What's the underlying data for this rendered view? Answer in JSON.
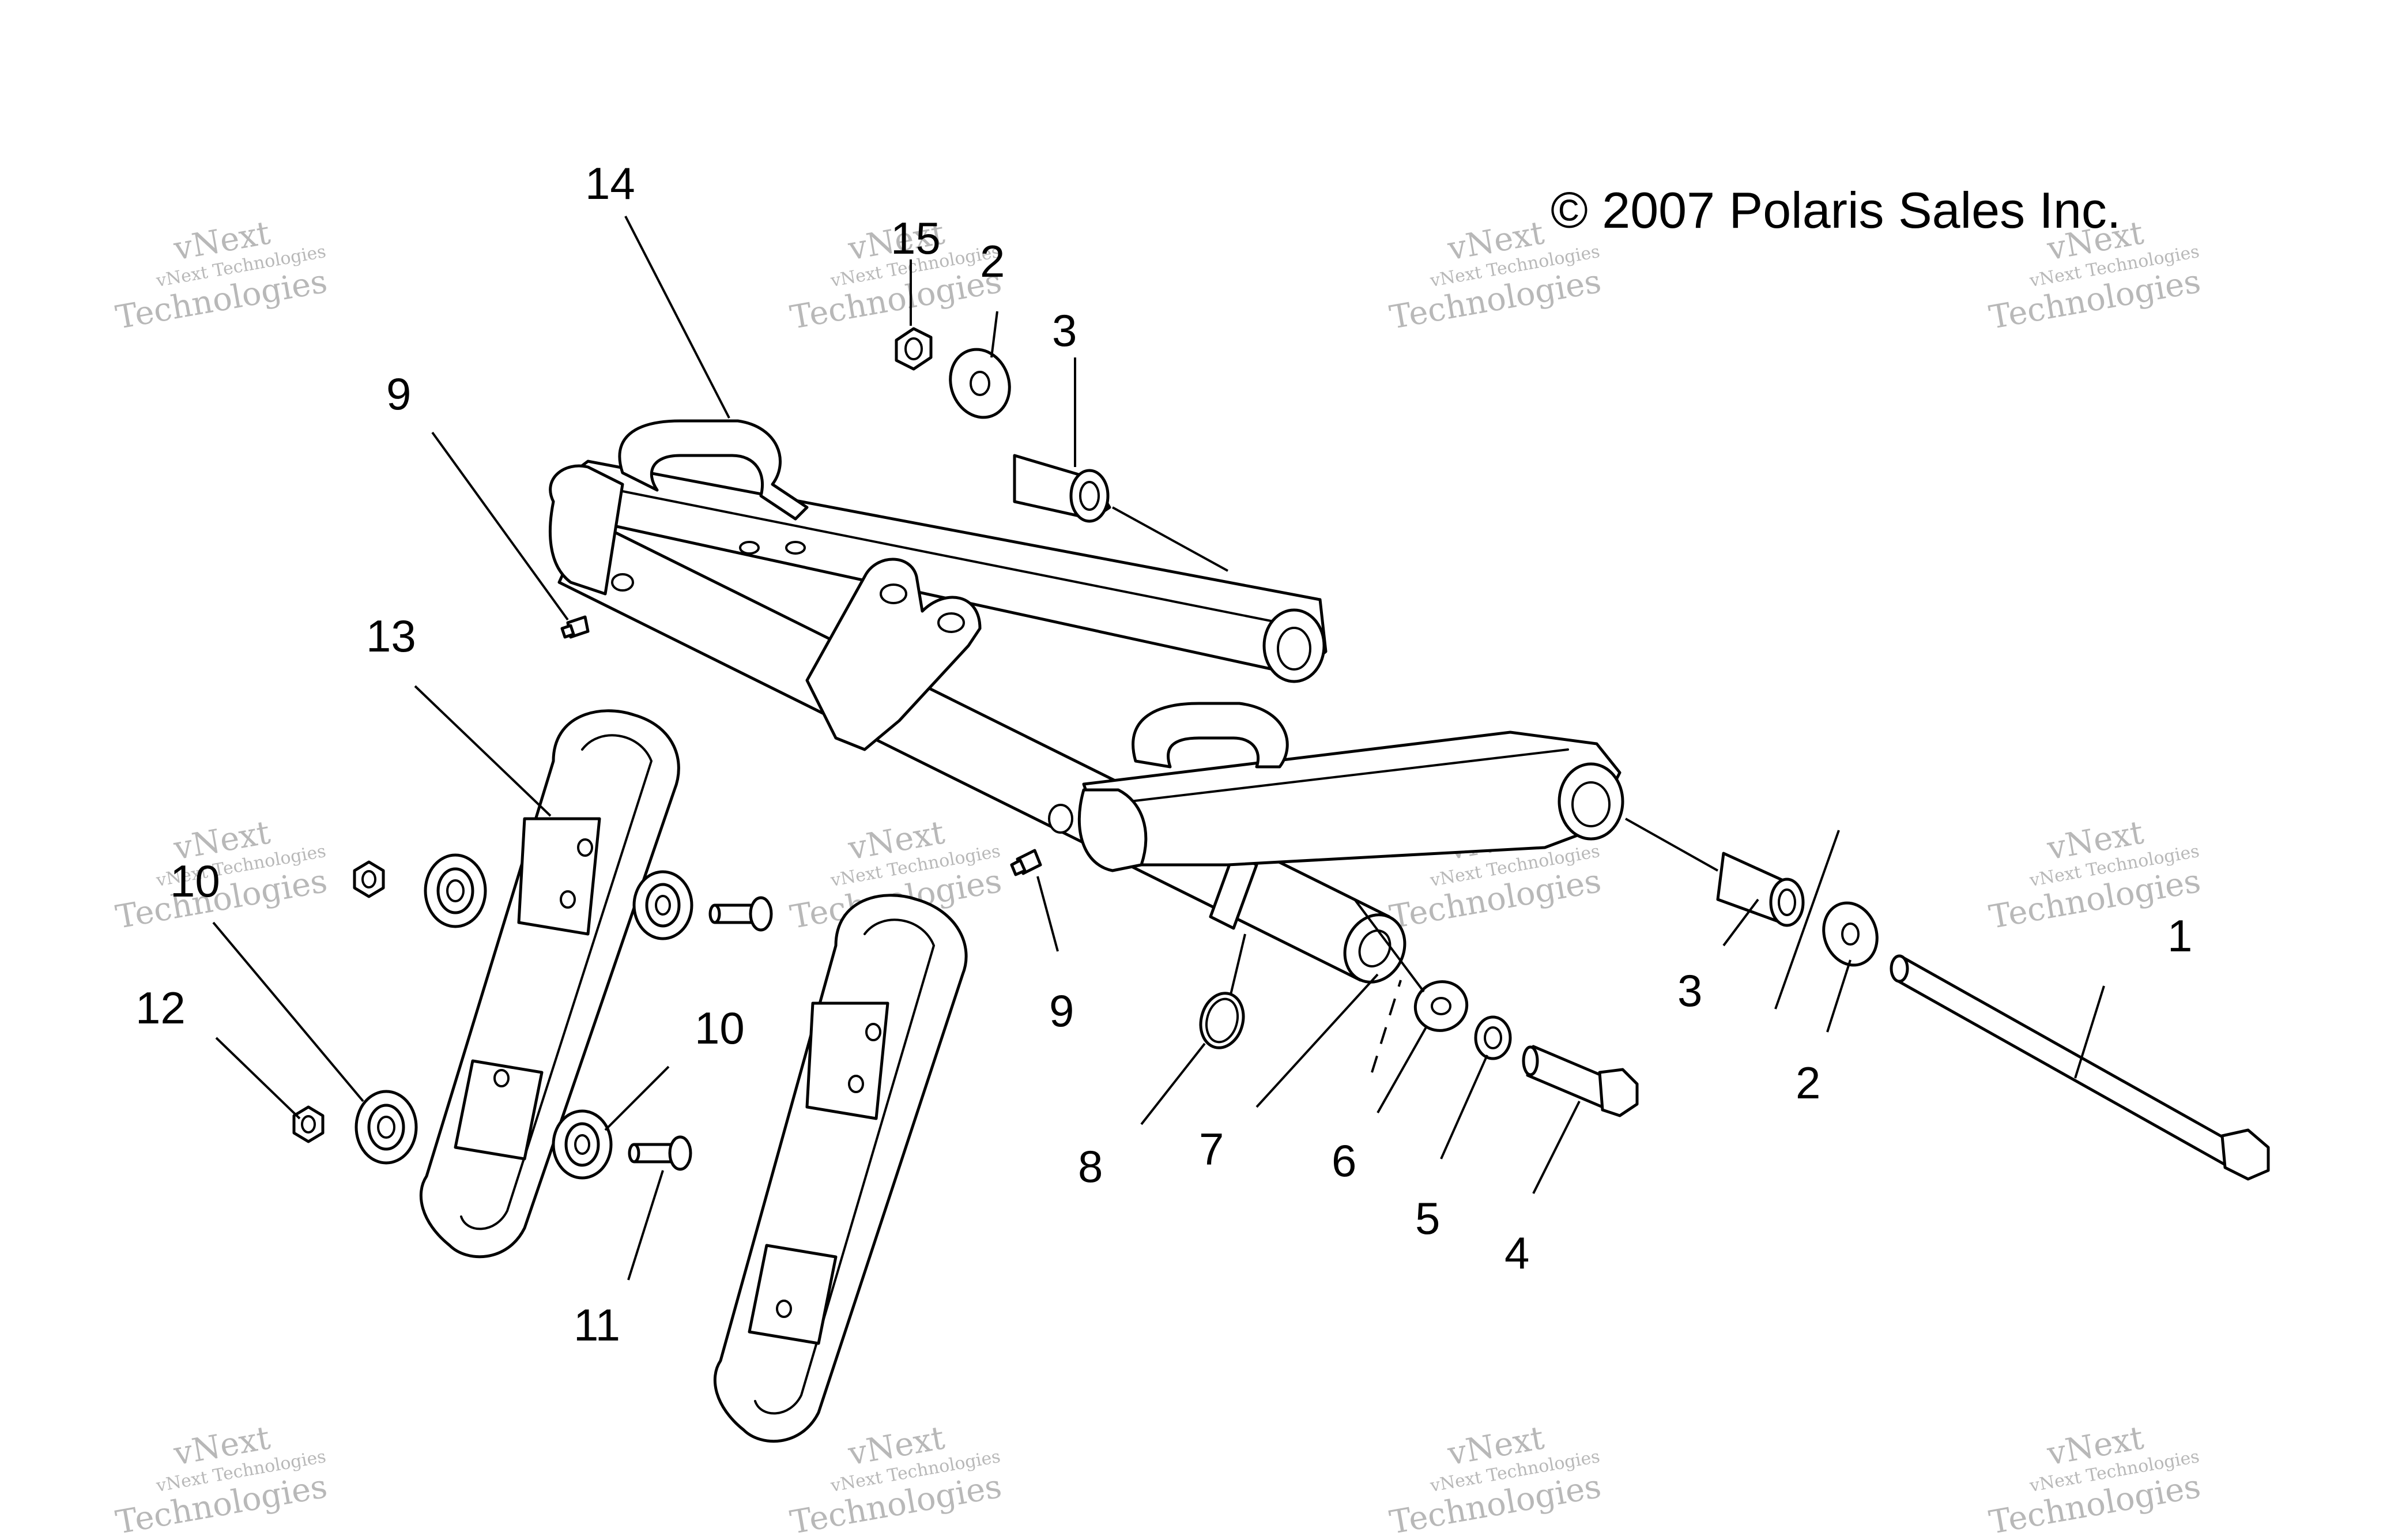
{
  "copyright": "© 2007 Polaris Sales Inc.",
  "watermark": {
    "line1": "vNext Technologies",
    "line2": "vNext",
    "line3": "Technologies"
  },
  "callouts": [
    "1",
    "2",
    "2",
    "3",
    "3",
    "4",
    "5",
    "6",
    "7",
    "8",
    "9",
    "9",
    "10",
    "10",
    "11",
    "12",
    "13",
    "14",
    "15"
  ],
  "colors": {
    "ink": "#000000",
    "watermark": "#b8b8b8",
    "background": "#ffffff"
  }
}
